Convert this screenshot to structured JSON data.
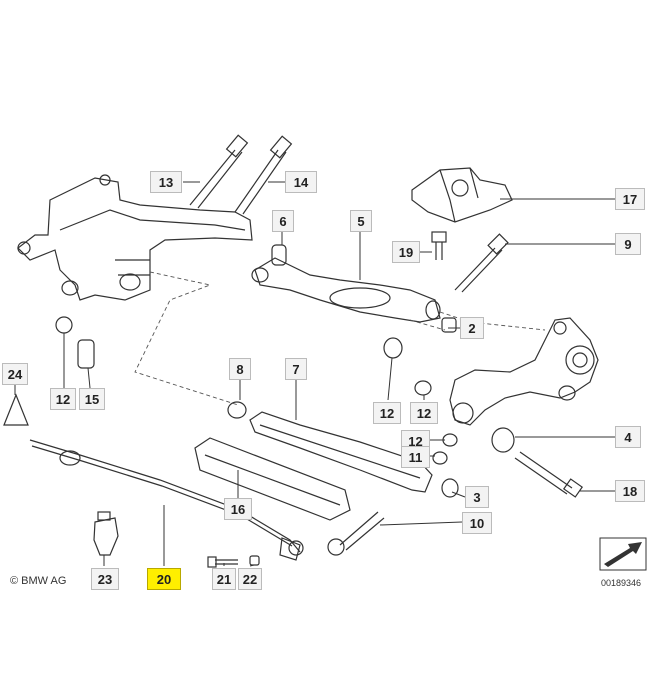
{
  "copyright": "© BMW AG",
  "diagram_id": "00189346",
  "highlight_color": "#ffef00",
  "callouts": {
    "c13": "13",
    "c14": "14",
    "c17": "17",
    "c6": "6",
    "c5": "5",
    "c19": "19",
    "c9": "9",
    "c2": "2",
    "c24": "24",
    "c12a": "12",
    "c15": "15",
    "c8": "8",
    "c7": "7",
    "c12b": "12",
    "c12c": "12",
    "c12d": "12",
    "c11": "11",
    "c4": "4",
    "c3": "3",
    "c16": "16",
    "c18": "18",
    "c10": "10",
    "c23": "23",
    "c20": "20",
    "c21": "21",
    "c22": "22"
  }
}
